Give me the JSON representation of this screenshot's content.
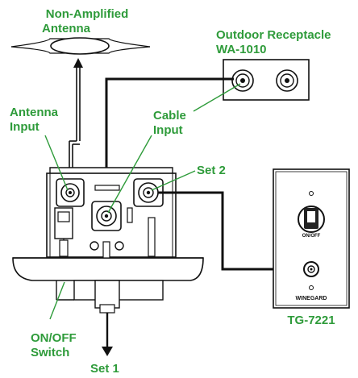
{
  "labels": {
    "antenna_title_line1": "Non-Amplified",
    "antenna_title_line2": "Antenna",
    "receptacle_line1": "Outdoor Receptacle",
    "receptacle_line2": "WA-1010",
    "antenna_input_line1": "Antenna",
    "antenna_input_line2": "Input",
    "cable_input_line1": "Cable",
    "cable_input_line2": "Input",
    "set2": "Set 2",
    "on_off_line1": "ON/OFF",
    "on_off_line2": "Switch",
    "set1": "Set 1",
    "wall_plate_model": "TG-7221",
    "brand": "WINEGARD",
    "knob_text": "ON/OFF"
  },
  "colors": {
    "label_green": "#2e9b3a",
    "line": "#111111"
  }
}
